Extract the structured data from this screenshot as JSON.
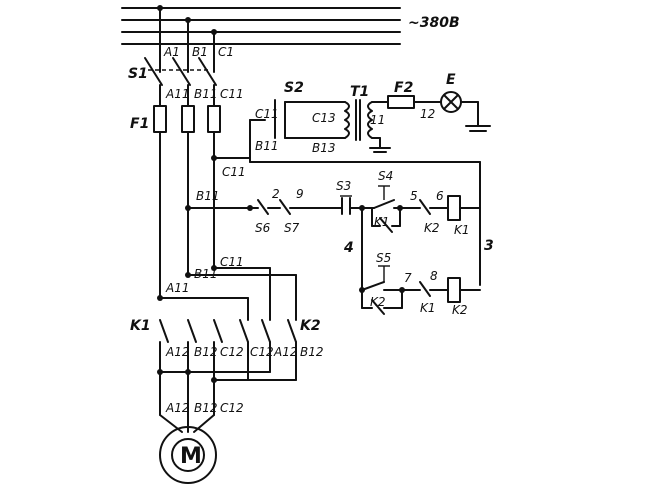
{
  "supply": {
    "voltage_label": "~380В"
  },
  "phases": {
    "a1": "A1",
    "b1": "B1",
    "c1": "C1",
    "a11": "A11",
    "b11": "B11",
    "c11": "C11",
    "a12": "A12",
    "b12": "B12",
    "c12": "C12",
    "c2": "C12",
    "a2": "A12",
    "b2": "B12",
    "c11r": "C11",
    "b11r": "B11",
    "c13": "C13",
    "b13": "B13",
    "c11b": "C11",
    "b11b": "B11",
    "a11b": "A11",
    "c11c": "C11",
    "b11c": "B11",
    "b12r": "B12",
    "a12r": "A12",
    "m_a12": "A12",
    "m_b12": "B12",
    "m_c12": "C12"
  },
  "components": {
    "s1": "S1",
    "f1": "F1",
    "s2": "S2",
    "t1": "T1",
    "f2": "F2",
    "e": "E",
    "k1": "K1",
    "k2": "K2",
    "s3": "S3",
    "s4": "S4",
    "s5": "S5",
    "s6": "S6",
    "s7": "S7",
    "k1_contact": "K1",
    "k2_contact": "K2",
    "k1_coil": "K1",
    "k2_coil": "K2",
    "k2_lower": "K2",
    "k1_lower": "K1",
    "motor": "M"
  },
  "wires": {
    "n11": "11",
    "n12": "12",
    "n2": "2",
    "n9": "9",
    "n5": "5",
    "n6": "6",
    "n4": "4",
    "n7": "7",
    "n8": "8",
    "n3": "3"
  }
}
